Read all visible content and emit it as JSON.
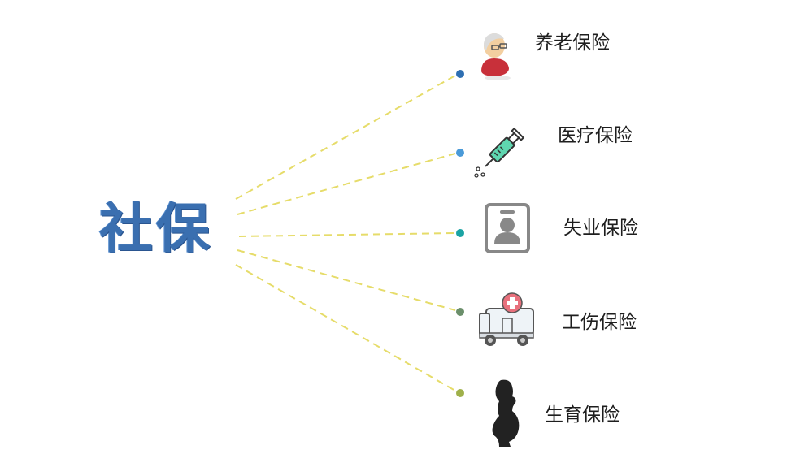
{
  "center": {
    "label": "社保",
    "color": "#3a6fb0"
  },
  "line_color": "#e6dc6a",
  "branches": [
    {
      "label": "养老保险",
      "icon": "elderly-person-icon",
      "dot_color": "#2e6fb2"
    },
    {
      "label": "医疗保险",
      "icon": "syringe-icon",
      "dot_color": "#4a9ad8"
    },
    {
      "label": "失业保险",
      "icon": "id-badge-icon",
      "dot_color": "#1aa3a3"
    },
    {
      "label": "工伤保险",
      "icon": "ambulance-icon",
      "dot_color": "#6b8f6b"
    },
    {
      "label": "生育保险",
      "icon": "pregnant-woman-icon",
      "dot_color": "#9fb04a"
    }
  ]
}
